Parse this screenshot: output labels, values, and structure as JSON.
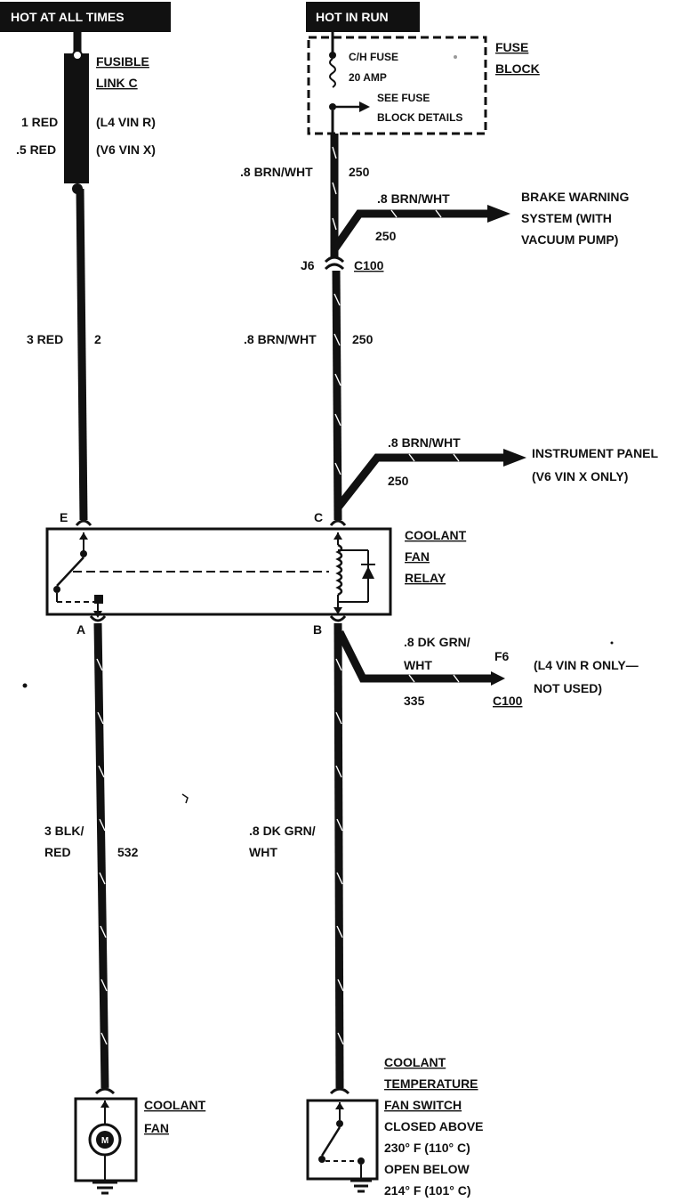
{
  "headers": {
    "hot_at_all_times": "HOT AT ALL TIMES",
    "hot_in_run": "HOT IN RUN"
  },
  "fusible_link": {
    "name_line1": "FUSIBLE",
    "name_line2": "LINK C",
    "wire1": "1 RED",
    "wire1_note": "(L4 VIN R)",
    "wire2": ".5 RED",
    "wire2_note": "(V6 VIN X)"
  },
  "fuse_block": {
    "fuse_name": "C/H FUSE",
    "fuse_rating": "20 AMP",
    "see_details_line1": "SEE FUSE",
    "see_details_line2": "BLOCK DETAILS",
    "label_line1": "FUSE",
    "label_line2": "BLOCK"
  },
  "left_wires": {
    "top_size": "3 RED",
    "top_circuit": "2",
    "bottom_size_line1": "3 BLK/",
    "bottom_size_line2": "RED",
    "bottom_circuit": "532"
  },
  "right_wires": {
    "top_size": ".8 BRN/WHT",
    "top_circuit": "250",
    "mid_size": ".8 BRN/WHT",
    "mid_circuit": "250",
    "bottom_size_line1": ".8 DK GRN/",
    "bottom_size_line2": "WHT"
  },
  "connector_c100": {
    "pin": "J6",
    "name": "C100"
  },
  "brake_branch": {
    "wire": ".8 BRN/WHT",
    "circuit": "250",
    "dest_line1": "BRAKE WARNING",
    "dest_line2": "SYSTEM (WITH",
    "dest_line3": "VACUUM PUMP)"
  },
  "ip_branch": {
    "wire": ".8 BRN/WHT",
    "circuit": "250",
    "dest_line1": "INSTRUMENT PANEL",
    "dest_line2": "(V6 VIN X ONLY)"
  },
  "relay": {
    "terminal_e": "E",
    "terminal_c": "C",
    "terminal_a": "A",
    "terminal_b": "B",
    "name_line1": "COOLANT",
    "name_line2": "FAN",
    "name_line3": "RELAY"
  },
  "f6_branch": {
    "wire_line1": ".8 DK GRN/",
    "wire_line2": "WHT",
    "circuit": "335",
    "pin": "F6",
    "connector": "C100",
    "note_line1": "(L4 VIN R ONLY—",
    "note_line2": "NOT USED)"
  },
  "fan": {
    "name_line1": "COOLANT",
    "name_line2": "FAN",
    "motor_symbol": "M"
  },
  "temp_switch": {
    "name_line1": "COOLANT",
    "name_line2": "TEMPERATURE",
    "name_line3": "FAN SWITCH",
    "closed_line1": "CLOSED ABOVE",
    "closed_line2": "230° F (110° C)",
    "open_line1": "OPEN BELOW",
    "open_line2": "214° F (101° C)"
  }
}
